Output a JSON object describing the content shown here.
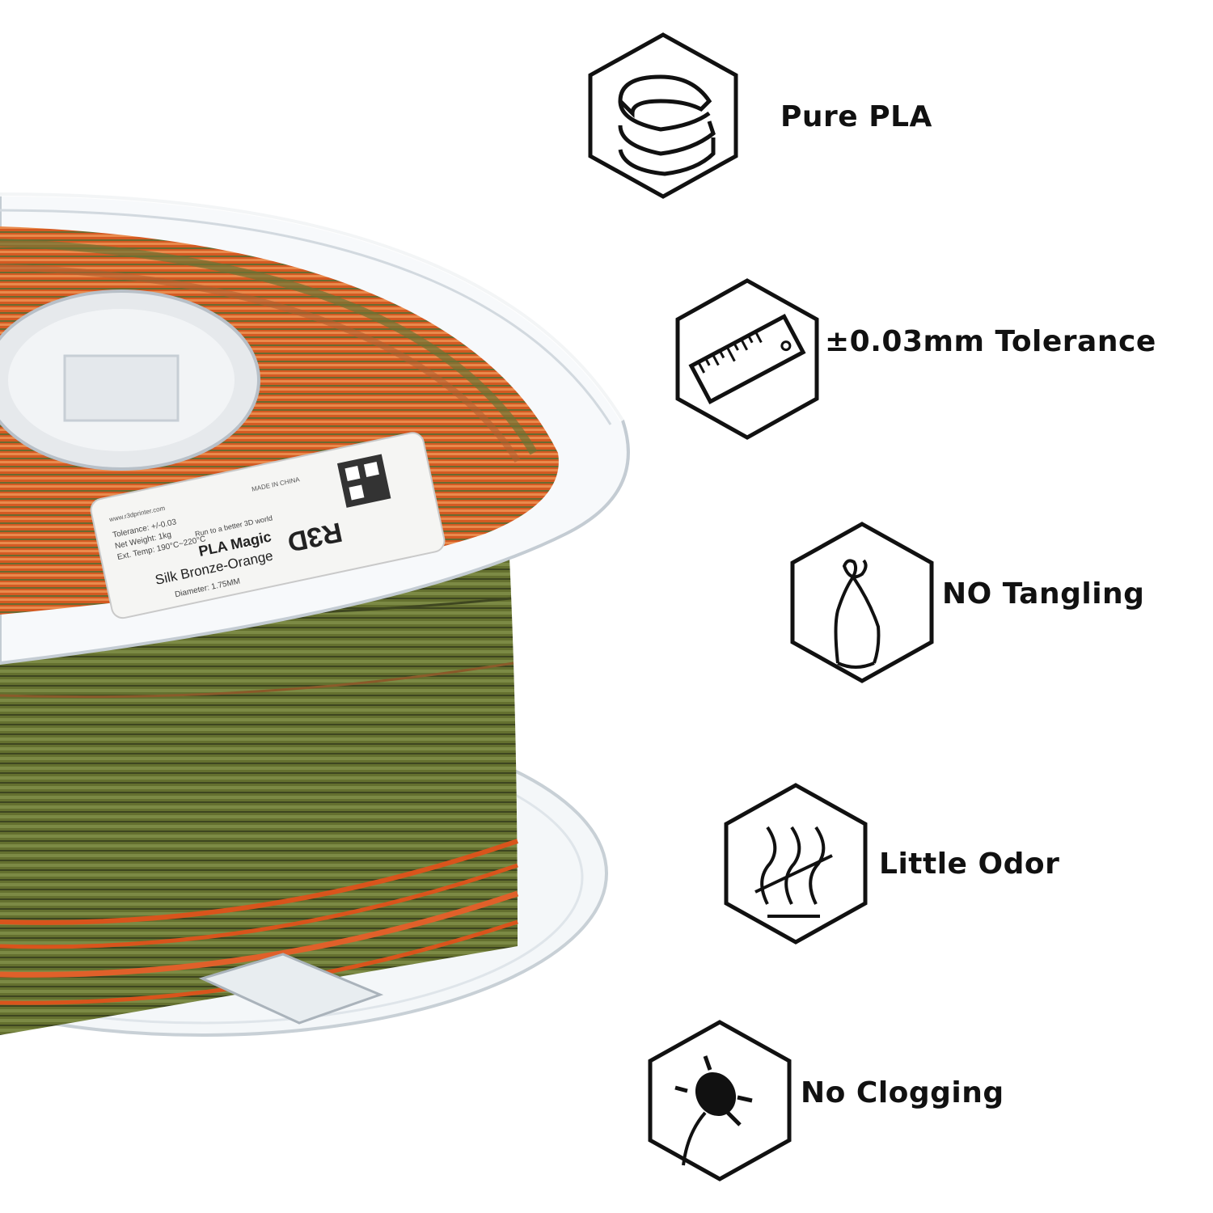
{
  "product": {
    "label": {
      "brand": "R3D",
      "tagline": "Run to a better 3D world",
      "line_title": "PLA Magic",
      "color_name": "Silk Bronze-Orange",
      "diameter": "Diameter: 1.75MM",
      "tolerance": "Tolerance: +/-0.03",
      "net_weight": "Net Weight: 1kg",
      "ext_temp": "Ext. Temp: 190°C~220°C",
      "website": "www.r3dprinter.com",
      "made_in": "MADE IN CHINA"
    },
    "colors": {
      "orange": "#d9541c",
      "green": "#5f6a2e",
      "copper": "#b8643a"
    }
  },
  "features": [
    {
      "icon": "layers-icon",
      "label": "Pure PLA"
    },
    {
      "icon": "ruler-icon",
      "label": "±0.03mm Tolerance"
    },
    {
      "icon": "filament-icon",
      "label": "NO Tangling"
    },
    {
      "icon": "odor-icon",
      "label": "Little Odor"
    },
    {
      "icon": "nozzle-icon",
      "label": "No Clogging"
    }
  ]
}
